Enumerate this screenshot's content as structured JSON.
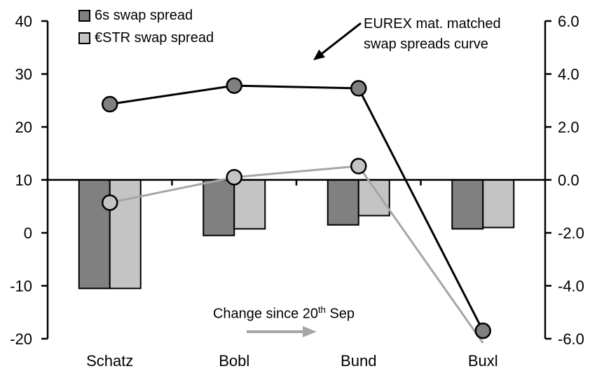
{
  "chart_data": {
    "type": "combo (bar + line, dual axis)",
    "categories": [
      "Schatz",
      "Bobl",
      "Bund",
      "Buxl"
    ],
    "left_axis": {
      "side": "left",
      "ticks": [
        40,
        30,
        20,
        10,
        0,
        -10,
        -20
      ],
      "max": 40,
      "min": -20,
      "used_by": "swap spread level lines (bp)"
    },
    "right_axis": {
      "side": "right",
      "ticks": [
        "6.0",
        "4.0",
        "2.0",
        "0.0",
        "-2.0",
        "-4.0",
        "-6.0"
      ],
      "max": 6,
      "min": -6,
      "used_by": "change since 20th Sep bars"
    },
    "zero_line_right_value": 0,
    "bar_series": [
      {
        "name": "6s swap spread",
        "axis": "right",
        "color": "#808080",
        "values": [
          -4.1,
          -2.1,
          -1.7,
          -1.85
        ]
      },
      {
        "name": "€STR swap spread",
        "axis": "right",
        "color": "#c4c4c4",
        "values": [
          -4.1,
          -1.85,
          -1.35,
          -1.8
        ]
      }
    ],
    "line_series": [
      {
        "name": "€STR swap spread curve",
        "axis": "left",
        "line_color": "#a6a6a6",
        "marker_color": "#c4c4c4",
        "values": [
          5.7,
          10.5,
          12.6,
          -20.8
        ],
        "offscale_points": [
          3
        ]
      },
      {
        "name": "6s swap spread curve",
        "axis": "left",
        "line_color": "#000000",
        "marker_color": "#808080",
        "values": [
          24.3,
          27.8,
          27.3,
          -18.5
        ],
        "offscale_points": []
      }
    ],
    "legend_position": "top-left",
    "grid": false
  },
  "annotations": {
    "curve_note": {
      "line1": "EUREX mat. matched",
      "line2": "swap spreads curve"
    },
    "change_note": {
      "prefix": "Change since 20",
      "sup": "th",
      "suffix": " Sep"
    }
  },
  "colors": {
    "dark_gray": "#808080",
    "light_gray": "#c4c4c4",
    "gray_line": "#a6a6a6",
    "black": "#000000",
    "background": "#ffffff"
  }
}
